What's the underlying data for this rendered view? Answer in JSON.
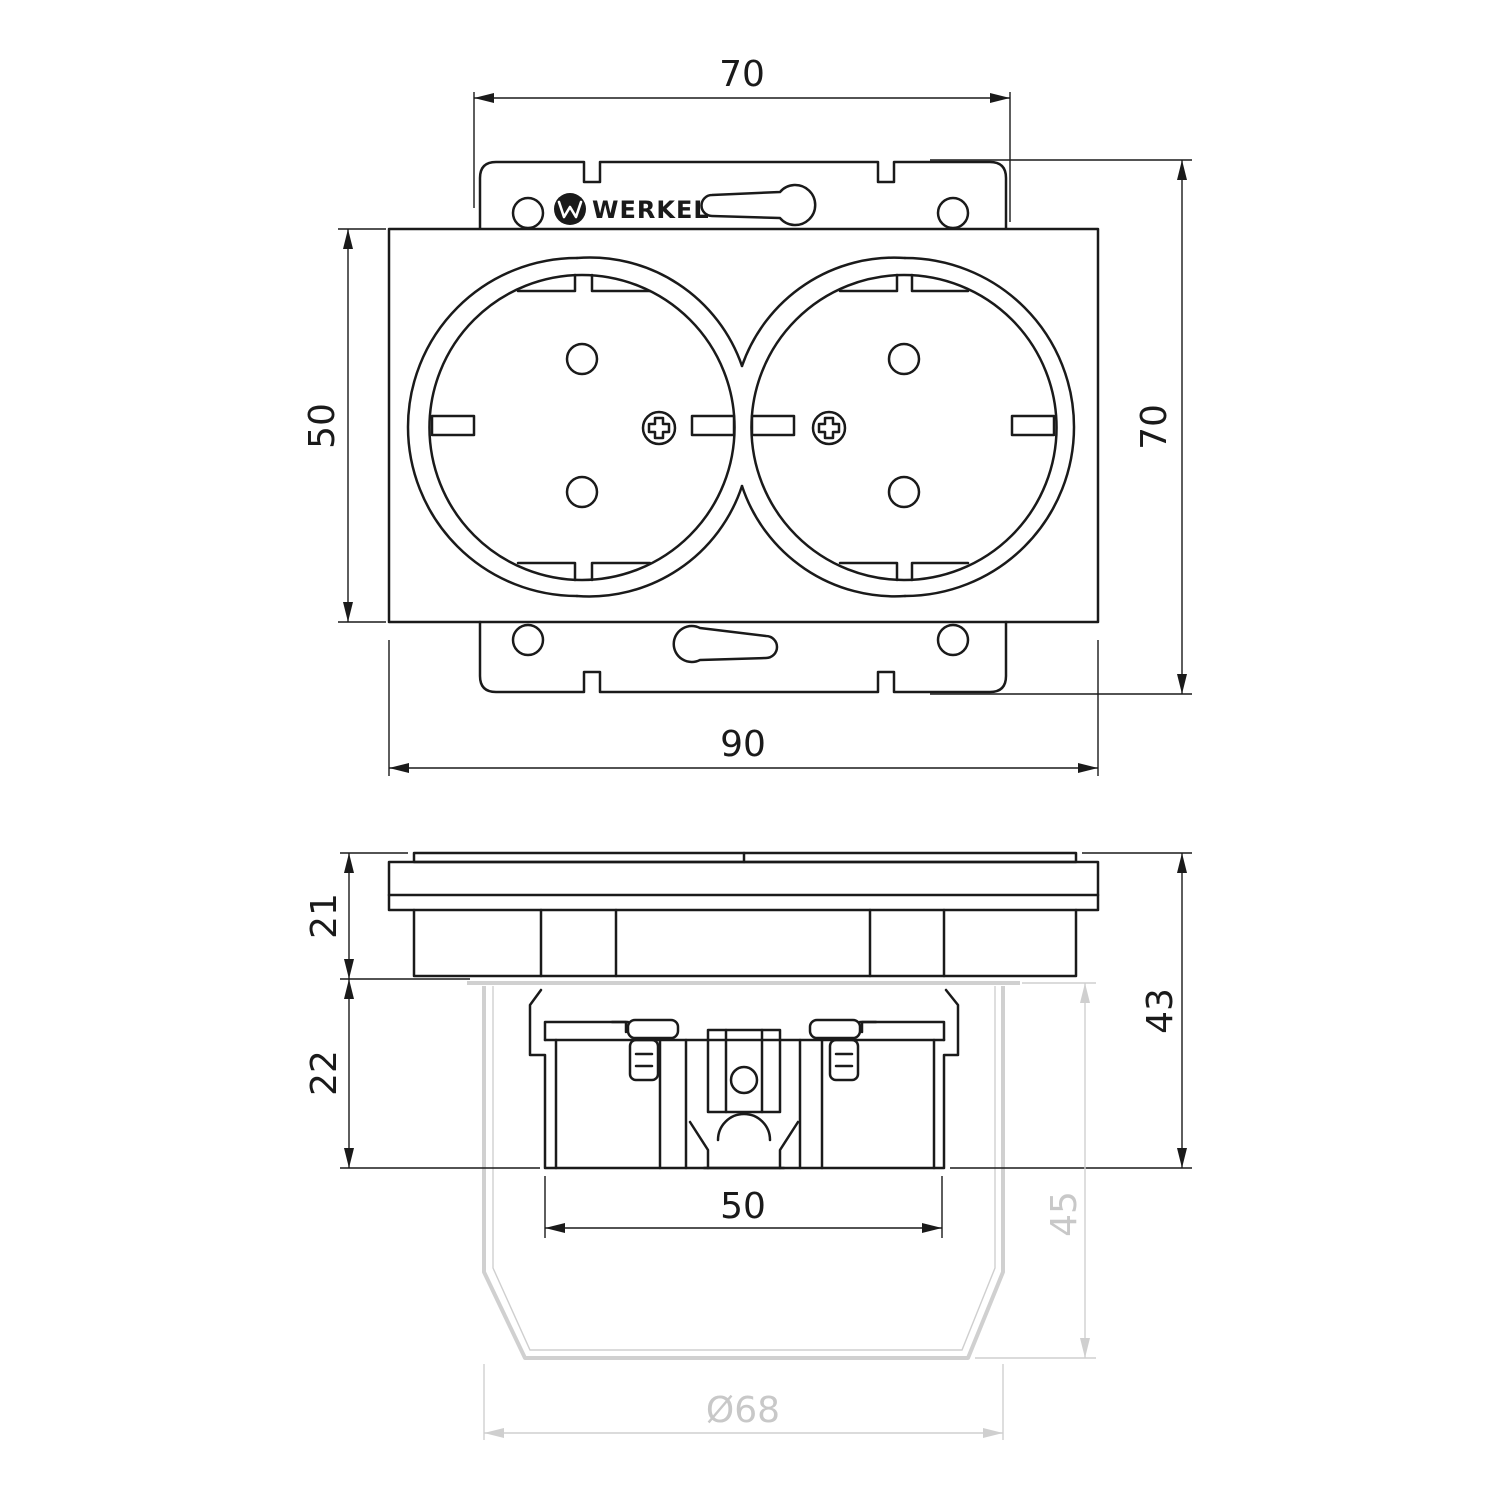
{
  "brand": {
    "name": "WERKEL"
  },
  "colors": {
    "line": "#1a1a1a",
    "mounting_box": "#d0d0d0",
    "background": "#ffffff"
  },
  "dimensions": {
    "top_width_mount": "70",
    "height_mount": "70",
    "height_frame": "50",
    "width_frame": "90",
    "depth_front": "21",
    "depth_back": "22",
    "depth_total": "43",
    "width_body": "50",
    "box_depth": "45",
    "box_diameter": "Ø68"
  }
}
